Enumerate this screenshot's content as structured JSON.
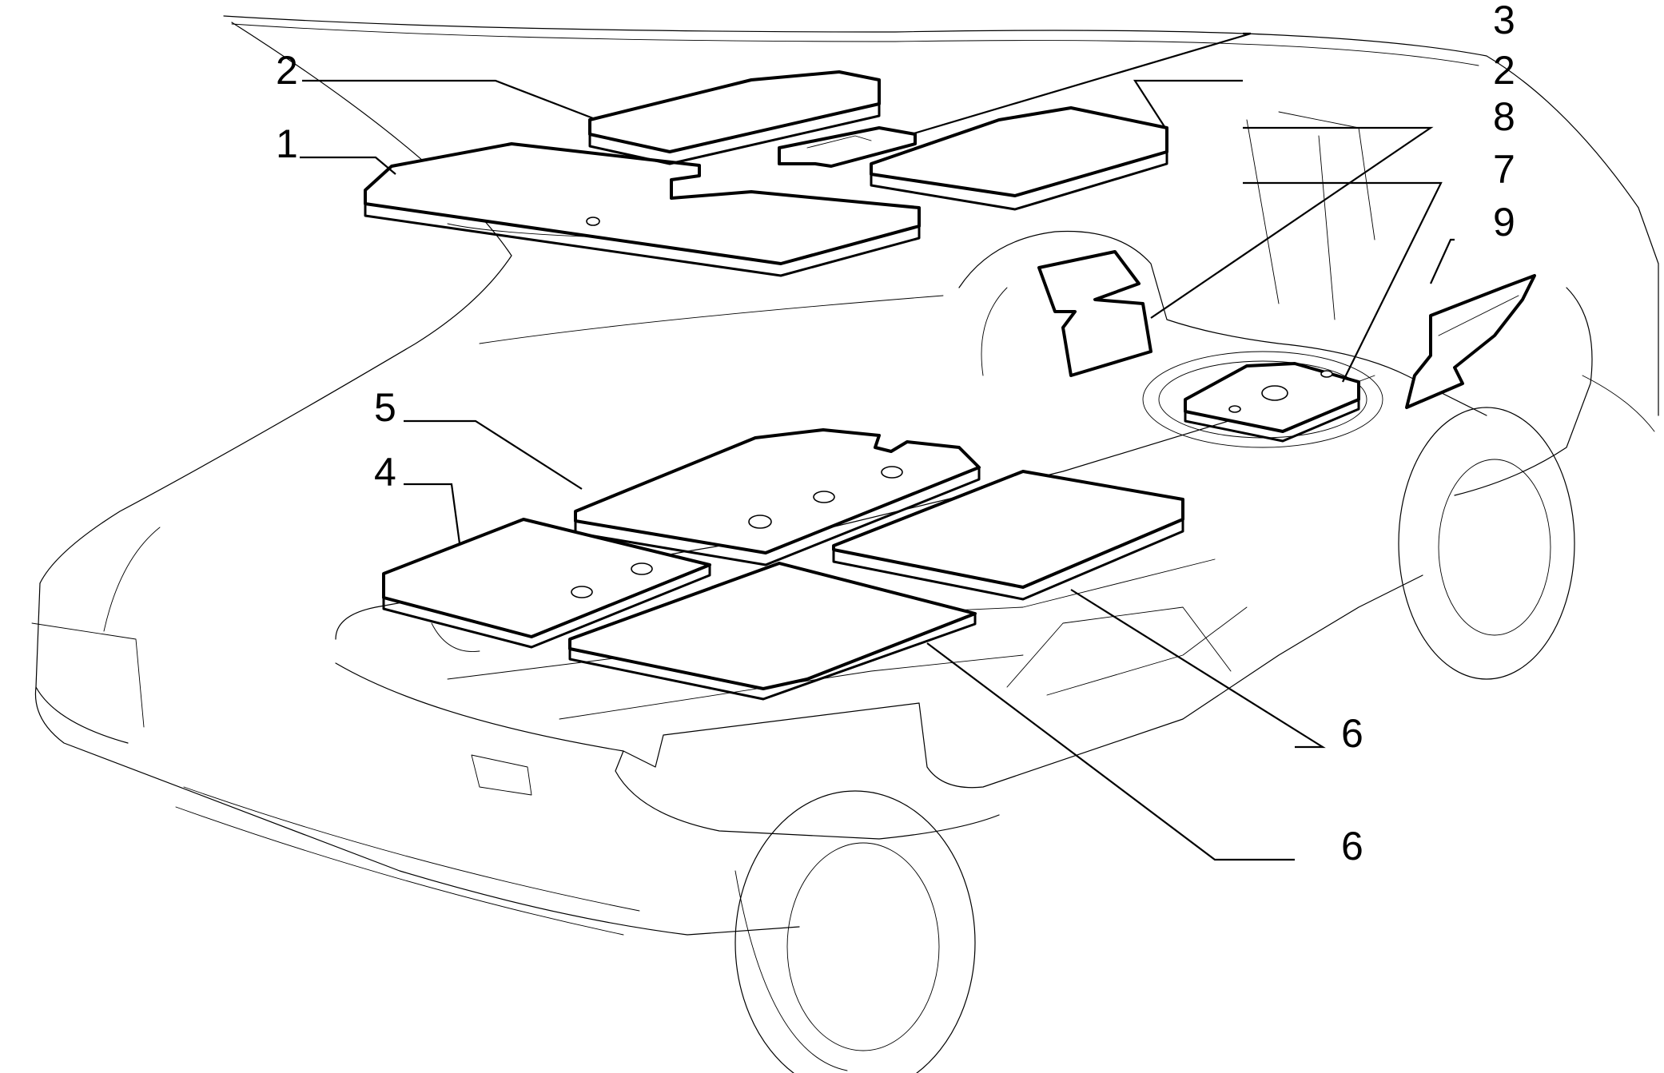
{
  "callouts": [
    {
      "id": "c1",
      "label": "1"
    },
    {
      "id": "c2a",
      "label": "2"
    },
    {
      "id": "c2b",
      "label": "2"
    },
    {
      "id": "c3",
      "label": "3"
    },
    {
      "id": "c4",
      "label": "4"
    },
    {
      "id": "c5",
      "label": "5"
    },
    {
      "id": "c6a",
      "label": "6"
    },
    {
      "id": "c6b",
      "label": "6"
    },
    {
      "id": "c7",
      "label": "7"
    },
    {
      "id": "c8",
      "label": "8"
    },
    {
      "id": "c9",
      "label": "9"
    }
  ]
}
